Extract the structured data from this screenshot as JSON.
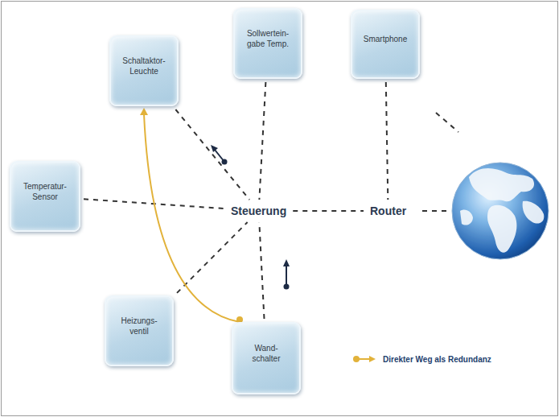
{
  "diagram": {
    "nodes": [
      {
        "text": [
          "Schaltaktor- Leuchte"
        ]
      },
      {
        "text": [
          "Sollwertein- gabe Temp."
        ]
      },
      {
        "text": [
          "Smartphone"
        ]
      },
      {
        "text": [
          "Temperatur- Sensor"
        ]
      },
      {
        "text": [
          "Steuerung"
        ]
      },
      {
        "text": [
          "Router"
        ]
      },
      {
        "text": [
          "Heizungs- ventil"
        ]
      },
      {
        "text": [
          "Wand- schalter"
        ]
      }
    ],
    "edges": [
      {
        "from": 0,
        "to": 4,
        "arrow": "none"
      },
      {
        "from": 1,
        "to": 4,
        "arrow": "none"
      },
      {
        "from": 3,
        "to": 4,
        "arrow": "none"
      },
      {
        "from": 6,
        "to": 4,
        "arrow": "none"
      },
      {
        "from": 7,
        "to": 4,
        "arrow": "none"
      },
      {
        "from": 4,
        "to": 5,
        "arrow": "none"
      },
      {
        "from": 2,
        "to": 5,
        "arrow": "none"
      },
      {
        "from": 7,
        "to": 0,
        "arrow": "to"
      }
    ],
    "legend": [
      {
        "text": "Direkter Weg als Redundanz"
      }
    ]
  }
}
